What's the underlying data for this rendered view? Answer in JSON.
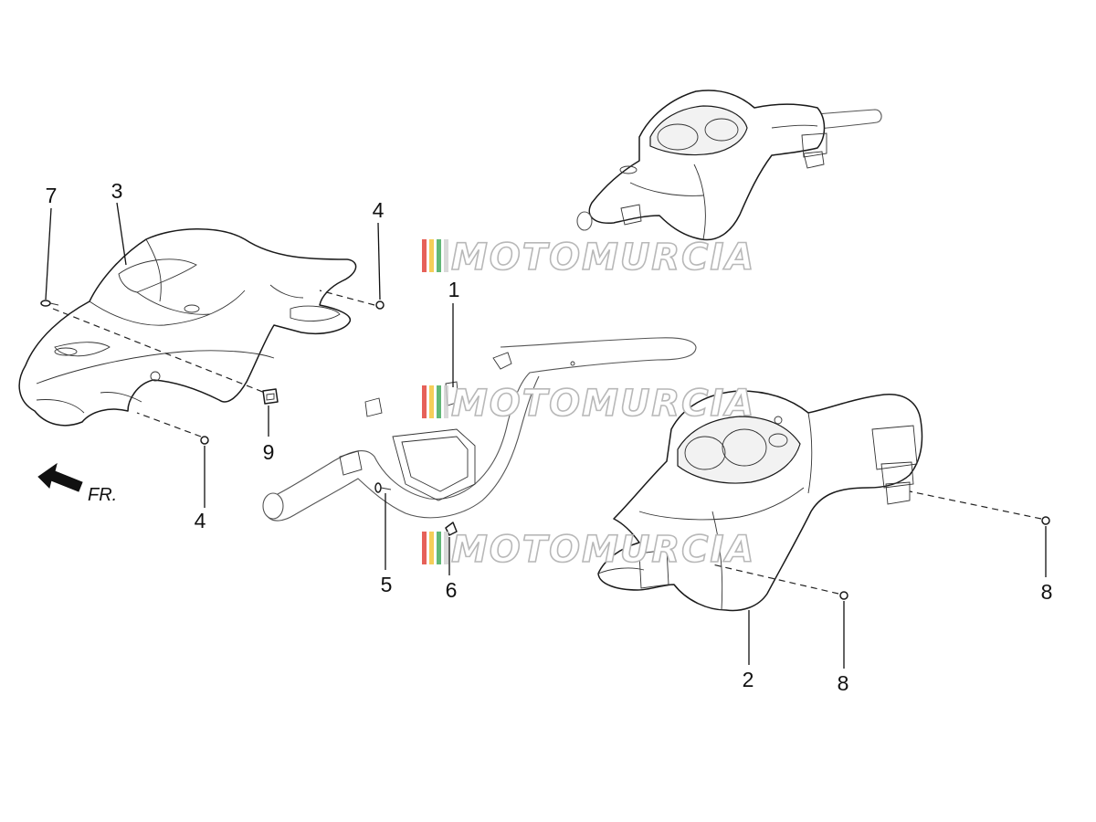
{
  "callouts": {
    "c1": "1",
    "c2": "2",
    "c3": "3",
    "c4_top": "4",
    "c4_bottom": "4",
    "c5": "5",
    "c6": "6",
    "c7": "7",
    "c8_right": "8",
    "c8_bottom": "8",
    "c9": "9"
  },
  "direction": {
    "label": "FR.",
    "icon": "arrow-left-icon"
  },
  "watermark": {
    "text": "MOTOMURCIA",
    "colors": [
      "#e03a2f",
      "#f2c230",
      "#3aa655",
      "#cfcfcf"
    ]
  }
}
